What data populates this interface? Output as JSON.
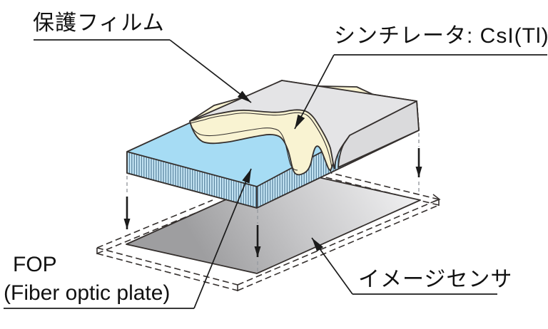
{
  "diagram": {
    "title_present": false,
    "labels": {
      "protective_film": "保護フィルム",
      "scintillator": "シンチレータ: CsI(Tl)",
      "fop_acronym": "FOP",
      "fop_full": "(Fiber optic plate)",
      "image_sensor": "イメージセンサ"
    },
    "colors": {
      "outline": "#35302e",
      "film_top": "#e4e4e6",
      "film_side": "#dadadc",
      "scintillator": "#f9f3d2",
      "fop_top": "#a6dcf4",
      "fop_hatch_bg": "#c9e9f8",
      "fop_hatch_stripe": "#44708e",
      "sensor_dark": "#9e9ea0",
      "sensor_light": "#f0f0f1",
      "label_text": "#111111",
      "drop_dash": "#979ba0"
    }
  }
}
